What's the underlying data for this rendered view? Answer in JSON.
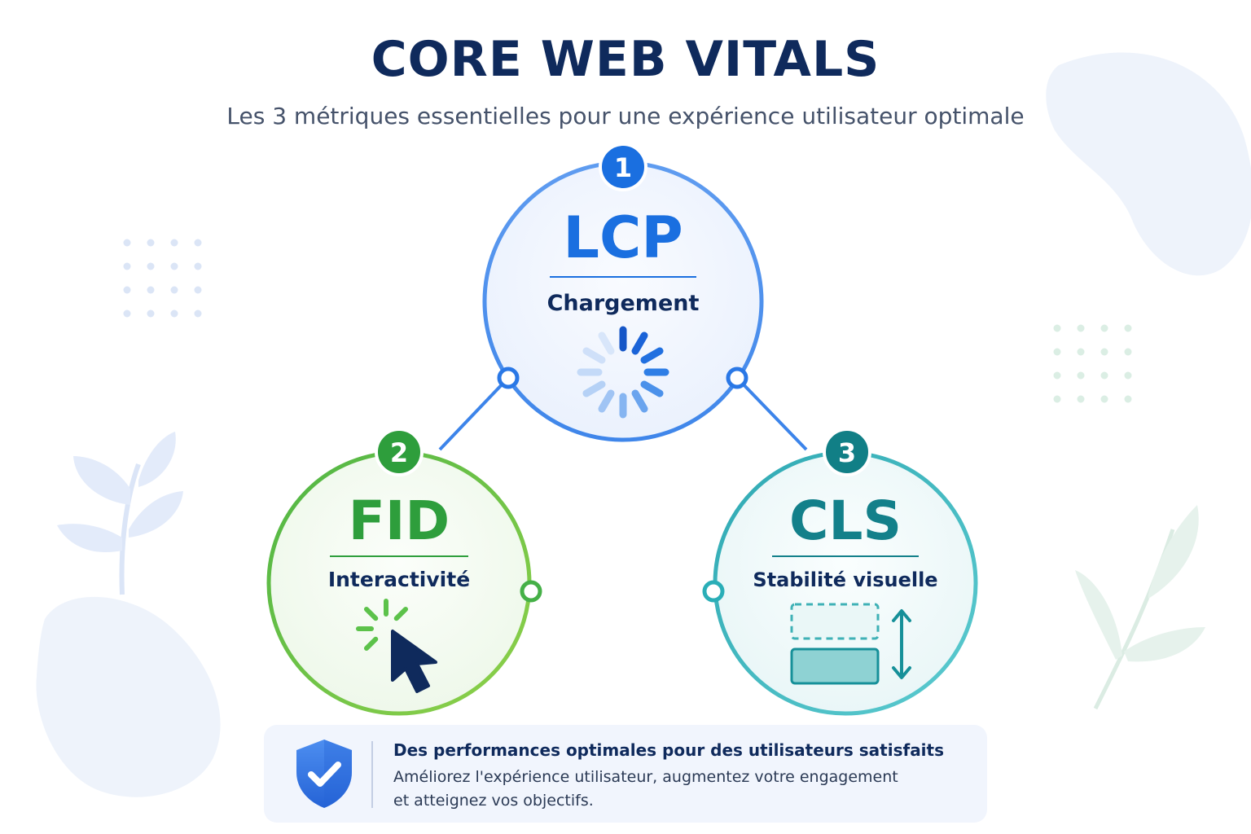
{
  "header": {
    "title": "CORE WEB VITALS",
    "subtitle": "Les 3 métriques essentielles pour une expérience utilisateur optimale"
  },
  "metrics": [
    {
      "number": "1",
      "acronym": "LCP",
      "label": "Chargement",
      "icon": "loading-spinner-icon",
      "color": "#1a6fe0",
      "ring_color": "#6aa3ee"
    },
    {
      "number": "2",
      "acronym": "FID",
      "label": "Interactivité",
      "icon": "cursor-click-icon",
      "color": "#2e9e3c",
      "ring_color": "#7cc94d"
    },
    {
      "number": "3",
      "acronym": "CLS",
      "label": "Stabilité visuelle",
      "icon": "layout-shift-icon",
      "color": "#13808a",
      "ring_color": "#4bbfc6"
    }
  ],
  "footer": {
    "icon": "shield-check-icon",
    "title": "Des performances optimales pour des utilisateurs satisfaits",
    "text": "Améliorez l'expérience utilisateur, augmentez votre engagement et atteignez vos objectifs."
  },
  "colors": {
    "title": "#0f2a5c",
    "subtitle": "#45526a",
    "card_background": "#f1f5fd",
    "shield": "#2f6fe0"
  }
}
